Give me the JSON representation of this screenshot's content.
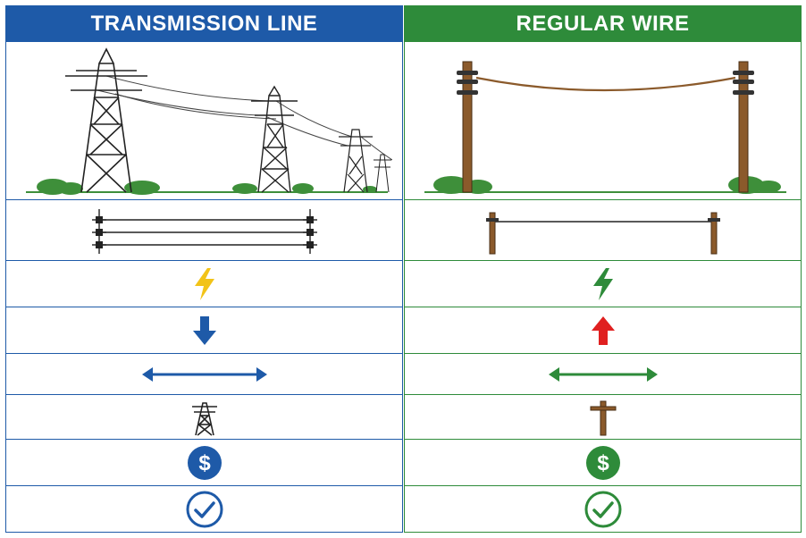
{
  "colors": {
    "transmission_accent": "#1e5aa8",
    "regular_accent": "#2e8b3a",
    "lightning_yellow": "#f2c318",
    "arrow_up_red": "#e02020",
    "wood_brown": "#8b5a2b",
    "bush_green": "#3e8f3a"
  },
  "columns": [
    {
      "key": "transmission",
      "title": "TRANSMISSION LINE",
      "icons": [
        "transmission-tower-scene",
        "multi-wire-line-icon",
        "lightning-icon-yellow",
        "arrow-down-icon",
        "double-arrow-icon",
        "lattice-tower-icon",
        "dollar-coin-icon",
        "checkmark-circle-icon"
      ]
    },
    {
      "key": "regular",
      "title": "REGULAR WIRE",
      "icons": [
        "wooden-pole-scene",
        "single-wire-line-icon",
        "lightning-icon-green",
        "arrow-up-icon",
        "double-arrow-icon",
        "wooden-pole-icon",
        "dollar-coin-icon",
        "checkmark-circle-icon"
      ]
    }
  ],
  "coin_symbol": "$"
}
